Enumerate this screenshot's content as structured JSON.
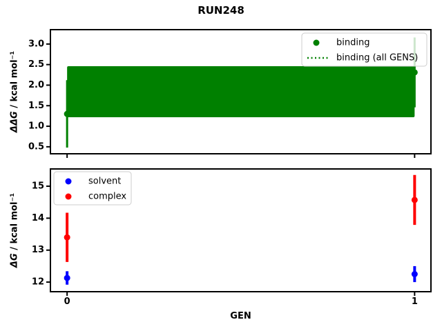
{
  "title": "RUN248",
  "chart_data": [
    {
      "type": "scatter",
      "subplot": "top",
      "title": "",
      "xlabel": "",
      "ylabel": "ΔΔG / kcal mol⁻¹",
      "ylabel_math": "ΔΔG",
      "ylabel_units": " / kcal mol⁻¹",
      "xlim": [
        -0.048,
        1.047
      ],
      "ylim": [
        0.33,
        3.35
      ],
      "grid": false,
      "xticks": [
        0,
        1
      ],
      "xtick_labels": [
        "",
        ""
      ],
      "yticks": [
        0.5,
        1.0,
        1.5,
        2.0,
        2.5,
        3.0
      ],
      "ytick_labels": [
        "0.5",
        "1.0",
        "1.5",
        "2.0",
        "2.5",
        "3.0"
      ],
      "series": [
        {
          "name": "binding",
          "kind": "errorbar",
          "color": "#008000",
          "marker": "circle",
          "x": [
            0,
            1
          ],
          "y": [
            1.3,
            2.31
          ],
          "yerr": [
            0.82,
            0.85
          ],
          "linewidth": 3
        },
        {
          "name": "binding (all GENS)",
          "kind": "band",
          "color": "#008000",
          "linestyle": "dotted",
          "x": [
            0,
            1
          ],
          "lo": 1.22,
          "hi": 2.46
        }
      ],
      "legend": {
        "location": "upper right",
        "entries": [
          {
            "label": "binding",
            "handle": "marker",
            "color": "#008000"
          },
          {
            "label": "binding (all GENS)",
            "handle": "dotted-line",
            "color": "#008000"
          }
        ]
      }
    },
    {
      "type": "scatter",
      "subplot": "bottom",
      "title": "",
      "xlabel": "GEN",
      "ylabel": "ΔG / kcal mol⁻¹",
      "ylabel_math": "ΔG",
      "ylabel_units": " / kcal mol⁻¹",
      "xlim": [
        -0.048,
        1.047
      ],
      "ylim": [
        11.7,
        15.54
      ],
      "grid": false,
      "xticks": [
        0,
        1
      ],
      "xtick_labels": [
        "0",
        "1"
      ],
      "yticks": [
        12,
        13,
        14,
        15
      ],
      "ytick_labels": [
        "12",
        "13",
        "14",
        "15"
      ],
      "series": [
        {
          "name": "solvent",
          "kind": "errorbar",
          "color": "#0000ff",
          "marker": "circle",
          "x": [
            0,
            1
          ],
          "y": [
            12.13,
            12.25
          ],
          "yerr": [
            0.21,
            0.25
          ],
          "linewidth": 4
        },
        {
          "name": "complex",
          "kind": "errorbar",
          "color": "#ff0000",
          "marker": "circle",
          "x": [
            0,
            1
          ],
          "y": [
            13.4,
            14.57
          ],
          "yerr": [
            0.77,
            0.78
          ],
          "linewidth": 4
        }
      ],
      "legend": {
        "location": "upper left",
        "entries": [
          {
            "label": "solvent",
            "handle": "marker",
            "color": "#0000ff"
          },
          {
            "label": "complex",
            "handle": "marker",
            "color": "#ff0000"
          }
        ]
      }
    }
  ]
}
